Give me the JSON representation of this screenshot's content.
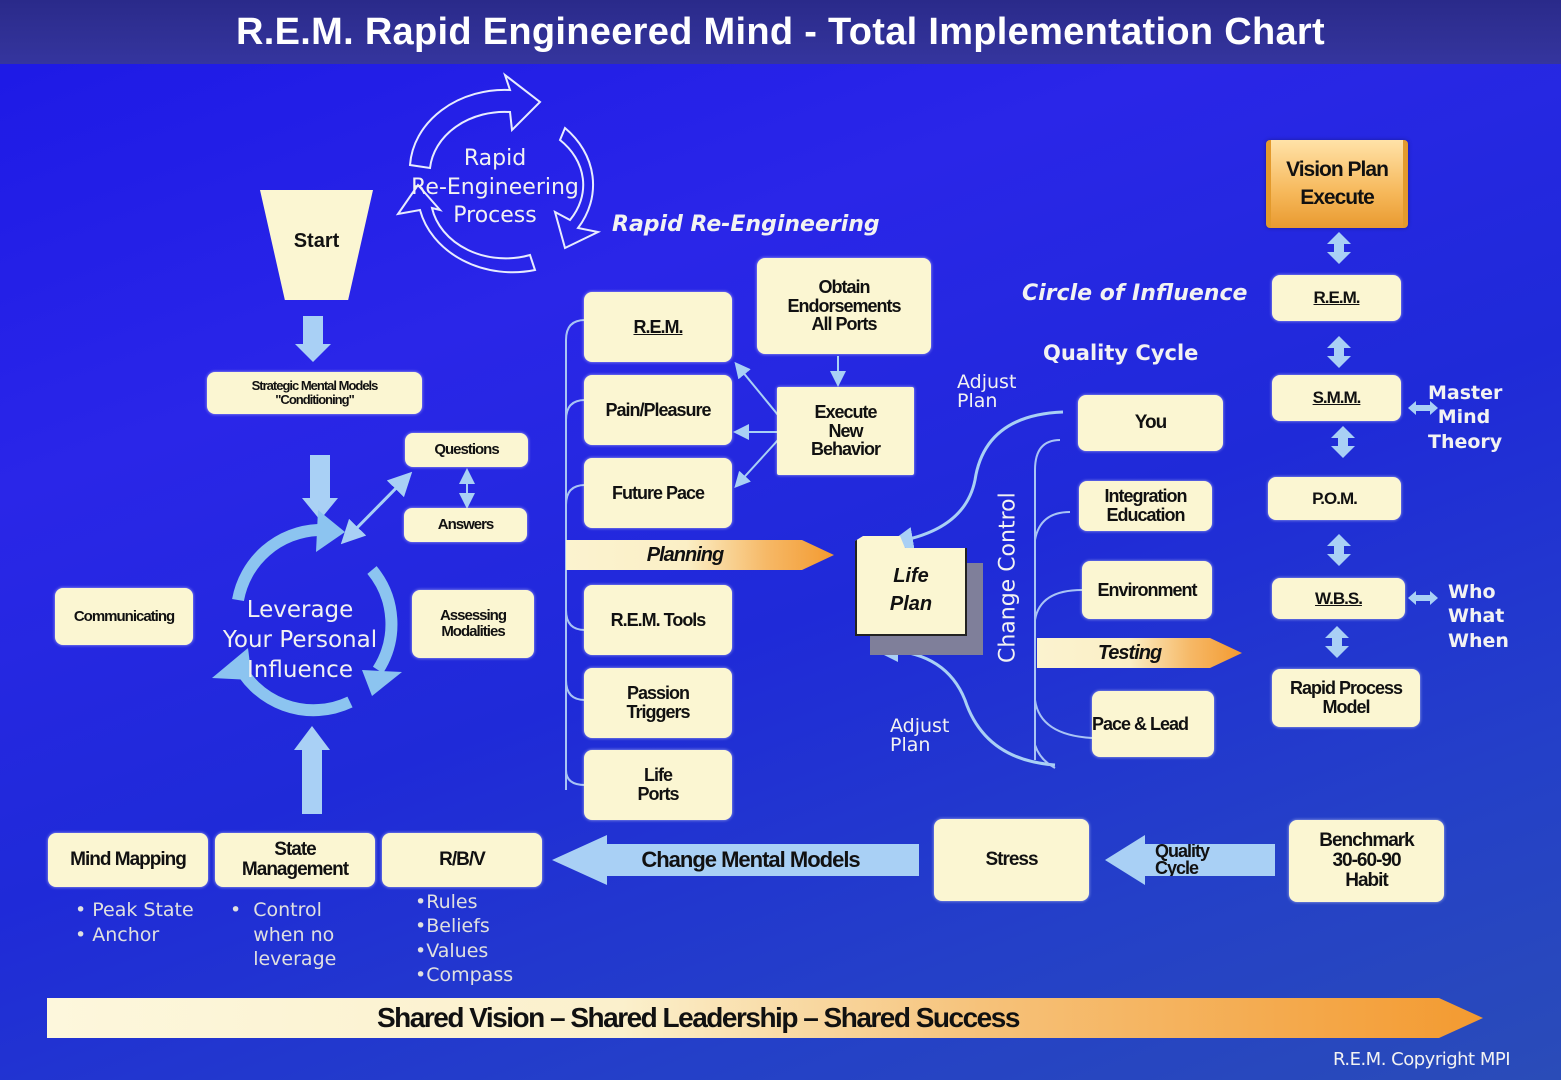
{
  "title": "R.E.M. Rapid Engineered Mind - Total Implementation Chart",
  "colors": {
    "background": "#1f22e0",
    "title_bar": "#2f2f96",
    "box_fill": "#fbf6d2",
    "arrow_light_blue": "#a9d0f5",
    "banner_orange": "#f39a30",
    "scroll_gold": "#f0a830"
  },
  "top_left": {
    "start": "Start",
    "strategic_mental_models": "Strategic Mental Models \"Conditioning\"",
    "cycle_label_1": "Rapid",
    "cycle_label_2": "Re-Engineering",
    "cycle_label_3": "Process",
    "rapid_reengineering": "Rapid Re-Engineering"
  },
  "leverage_cycle": {
    "line1": "Leverage",
    "line2": "Your Personal",
    "line3": "Influence",
    "questions": "Questions",
    "answers": "Answers",
    "communicating": "Communicating",
    "assessing_modalities": "Assessing Modalities"
  },
  "bottom_row": {
    "mind_mapping": "Mind Mapping",
    "state_management": "State Management",
    "rbv": "R/B/V",
    "mind_mapping_bullets": [
      "Peak State",
      "Anchor"
    ],
    "state_management_bullets": [
      "Control when no leverage"
    ],
    "rbv_bullets": [
      "Rules",
      "Beliefs",
      "Values",
      "Compass"
    ],
    "change_mental_models": "Change Mental Models",
    "stress": "Stress",
    "quality_cycle_arrow": "Quality Cycle",
    "benchmark": "Benchmark 30-60-90 Habit"
  },
  "middle_column": {
    "rem": "R.E.M.",
    "pain_pleasure": "Pain/Pleasure",
    "future_pace": "Future Pace",
    "obtain_endorsements": "Obtain Endorsements All Ports",
    "execute_new_behavior": "Execute New Behavior",
    "planning": "Planning",
    "rem_tools": "R.E.M. Tools",
    "passion_triggers": "Passion Triggers",
    "life_ports": "Life Ports",
    "life_plan": "Life Plan"
  },
  "quality_area": {
    "circle_of_influence": "Circle of Influence",
    "quality_cycle": "Quality Cycle",
    "adjust_plan_top": "Adjust Plan",
    "adjust_plan_bottom": "Adjust Plan",
    "change_control": "Change Control",
    "you": "You",
    "integration_education": "Integration Education",
    "environment": "Environment",
    "testing": "Testing",
    "pace_lead": "Pace & Lead"
  },
  "right_column": {
    "vision_plan_execute": "Vision Plan Execute",
    "rem": "R.E.M.",
    "smm": "S.M.M.",
    "master_mind_theory": "Master Mind Theory",
    "pom": "P.O.M.",
    "wbs": "W.B.S.",
    "who_what_when": "Who What When",
    "rapid_process_model": "Rapid Process Model"
  },
  "footer": {
    "banner": "Shared Vision – Shared Leadership – Shared Success",
    "copyright": "R.E.M. Copyright MPI"
  }
}
